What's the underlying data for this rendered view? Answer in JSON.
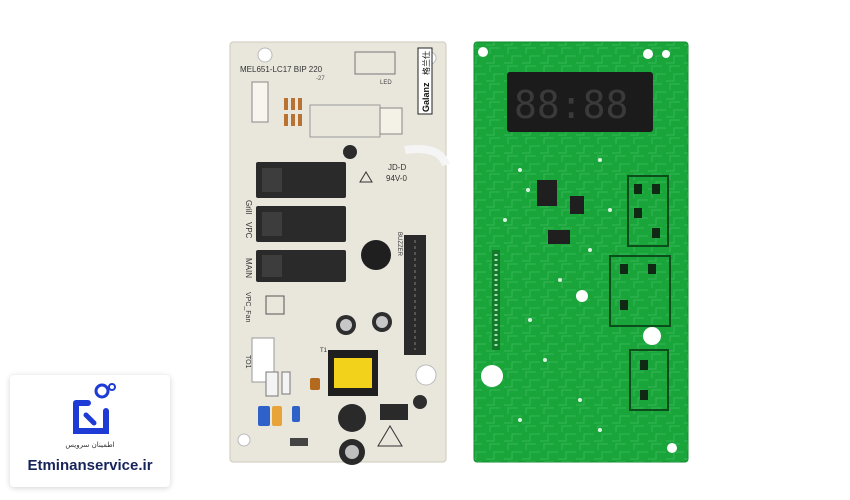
{
  "white_board": {
    "model": "MEL651-LC17 BIP 220",
    "revision": "-27",
    "brand_latin": "Galanz",
    "brand_cjk": "格兰仕",
    "cert": "JD-D",
    "flammability": "94V-0",
    "relay_grill": "Grill",
    "relay_vpc": "VPC",
    "relay_main": "MAIN",
    "fan_label": "VPC_Fan",
    "led_label": "LED",
    "buzzer_label": "BUZZER",
    "to1_label": "TO1",
    "t1_label": "T1"
  },
  "green_board": {
    "display_digits": "88:88"
  },
  "logo": {
    "persian_text": "اطمینان سرویس",
    "site": "Etminanservice.ir"
  },
  "colors": {
    "white_pcb": "#e9e6dc",
    "green_pcb": "#1aa53a",
    "relay": "#2a2a2a",
    "transformer": "#f2d21a",
    "display": "#1b1b1b",
    "logo_blue": "#1f3bd6",
    "logo_navy": "#16245a"
  }
}
